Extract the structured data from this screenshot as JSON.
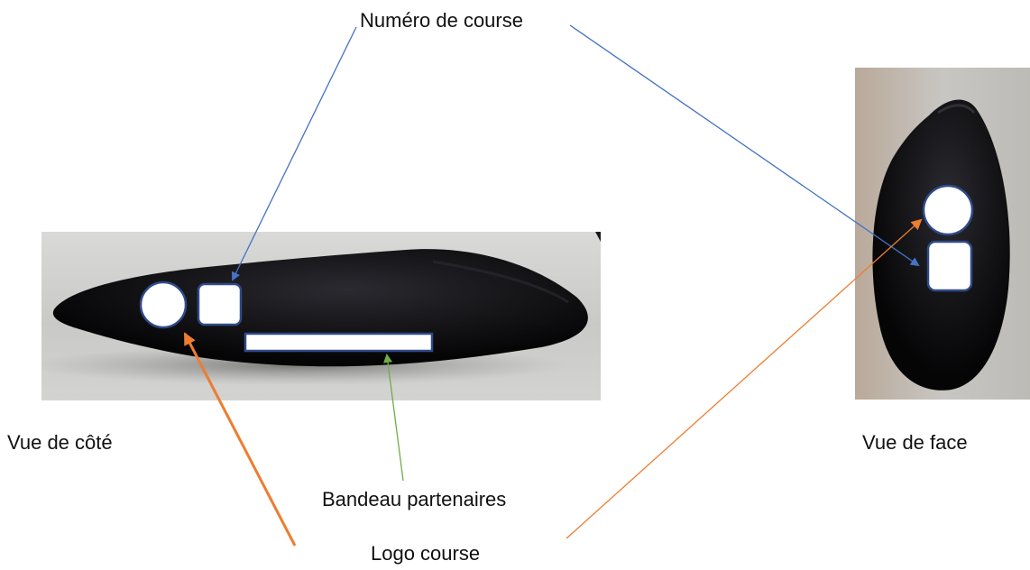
{
  "labels": {
    "numero_course": "Numéro de course",
    "vue_de_cote": "Vue de côté",
    "vue_de_face": "Vue de face",
    "bandeau_partenaires": "Bandeau partenaires",
    "logo_course": "Logo course"
  },
  "colors": {
    "arrow_numero": "#4472c4",
    "arrow_logo": "#ed7d31",
    "arrow_bandeau": "#70ad47",
    "marker_stroke": "#2f4a8a",
    "hull": "#0b0b0d",
    "photo_background": "#cfcfcd"
  }
}
